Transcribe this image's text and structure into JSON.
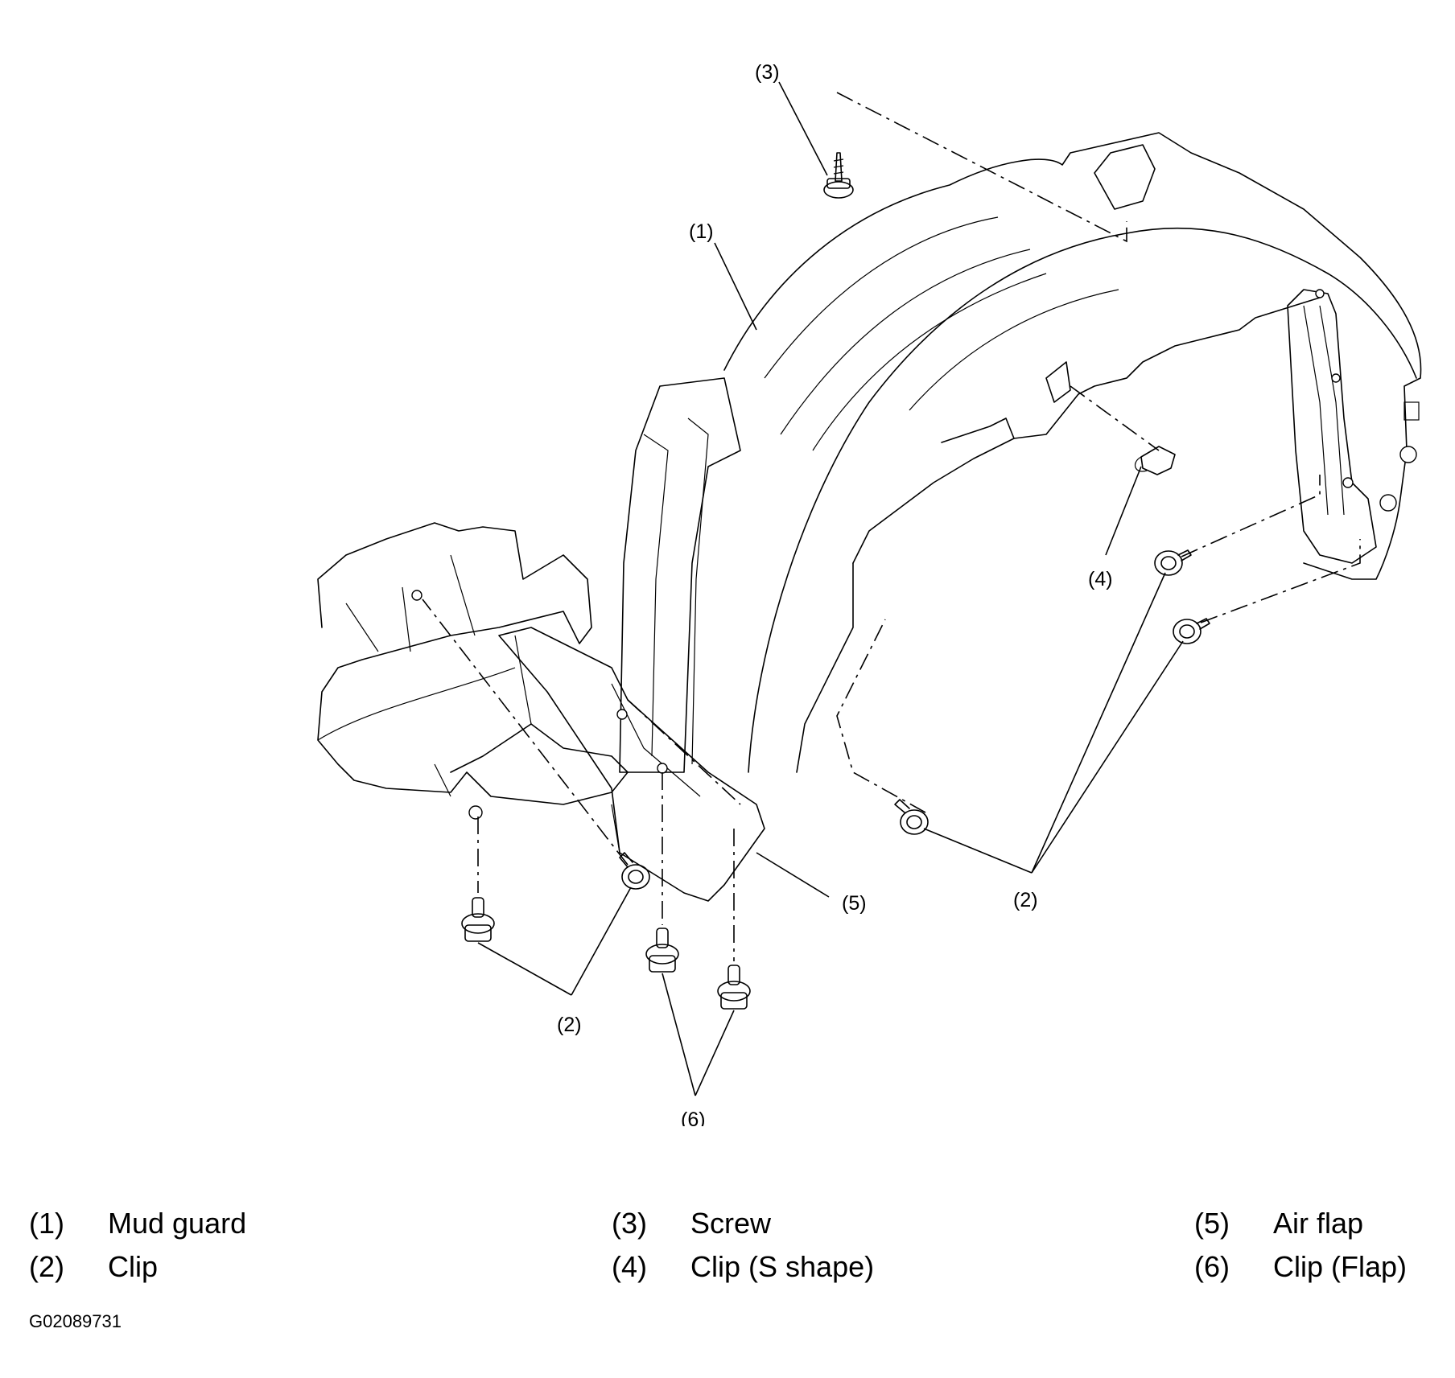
{
  "callouts": {
    "c1": "(1)",
    "c2a": "(2)",
    "c2b": "(2)",
    "c3": "(3)",
    "c4": "(4)",
    "c5": "(5)",
    "c6": "(6)"
  },
  "legend": [
    {
      "num": "(1)",
      "label": "Mud guard"
    },
    {
      "num": "(2)",
      "label": "Clip"
    },
    {
      "num": "(3)",
      "label": "Screw"
    },
    {
      "num": "(4)",
      "label": "Clip (S shape)"
    },
    {
      "num": "(5)",
      "label": "Air flap"
    },
    {
      "num": "(6)",
      "label": "Clip (Flap)"
    }
  ],
  "figure_code": "G02089731"
}
